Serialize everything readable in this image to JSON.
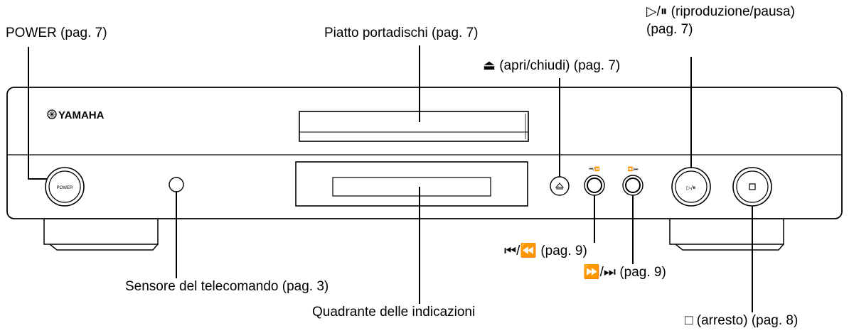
{
  "device": {
    "brand": "YAMAHA",
    "power_button_text": "POWER",
    "skip_back_text": "⏮/⏪",
    "skip_fwd_text": "⏩/⏭",
    "play_pause_text": "▷/⏸"
  },
  "labels": {
    "power": "POWER (pag. 7)",
    "disc_tray": "Piatto portadischi (pag. 7)",
    "open_close": "⏏ (apri/chiudi) (pag. 7)",
    "play_pause_line1": "▷/⏸ (riproduzione/pausa)",
    "play_pause_line2": "(pag. 7)",
    "skip_back": "⏮/⏪ (pag. 9)",
    "skip_forward": "⏩/⏭ (pag. 9)",
    "remote_sensor": "Sensore del telecomando (pag. 3)",
    "display": "Quadrante delle indicazioni",
    "stop": "□ (arresto) (pag. 8)"
  }
}
